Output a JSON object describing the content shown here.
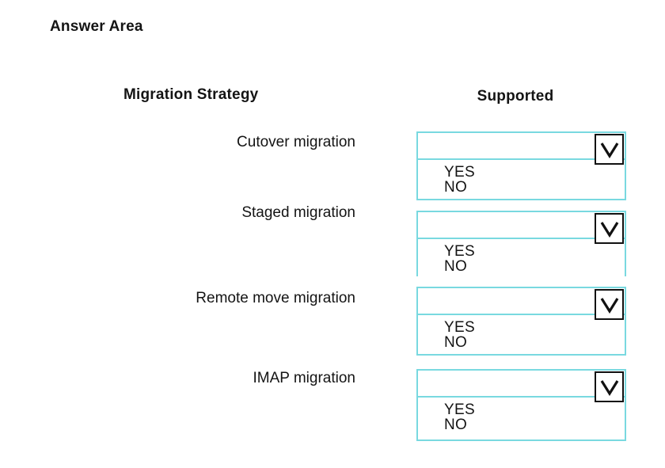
{
  "title": "Answer Area",
  "answer_area": {
    "column_headers": {
      "strategy": "Migration Strategy",
      "supported": "Supported"
    },
    "rows": [
      {
        "label": "Cutover migration",
        "selected_value": ""
      },
      {
        "label": "Staged migration",
        "selected_value": ""
      },
      {
        "label": "Remote move migration",
        "selected_value": ""
      },
      {
        "label": "IMAP migration",
        "selected_value": ""
      }
    ],
    "dropdown_options": [
      "YES",
      "NO"
    ]
  },
  "icons": {
    "dropdown_chevron": "chevron-down-icon"
  },
  "colors": {
    "dropdown_border": "#79d9e0",
    "chevron_button_border": "#111111",
    "text": "#141414",
    "background": "#ffffff"
  }
}
